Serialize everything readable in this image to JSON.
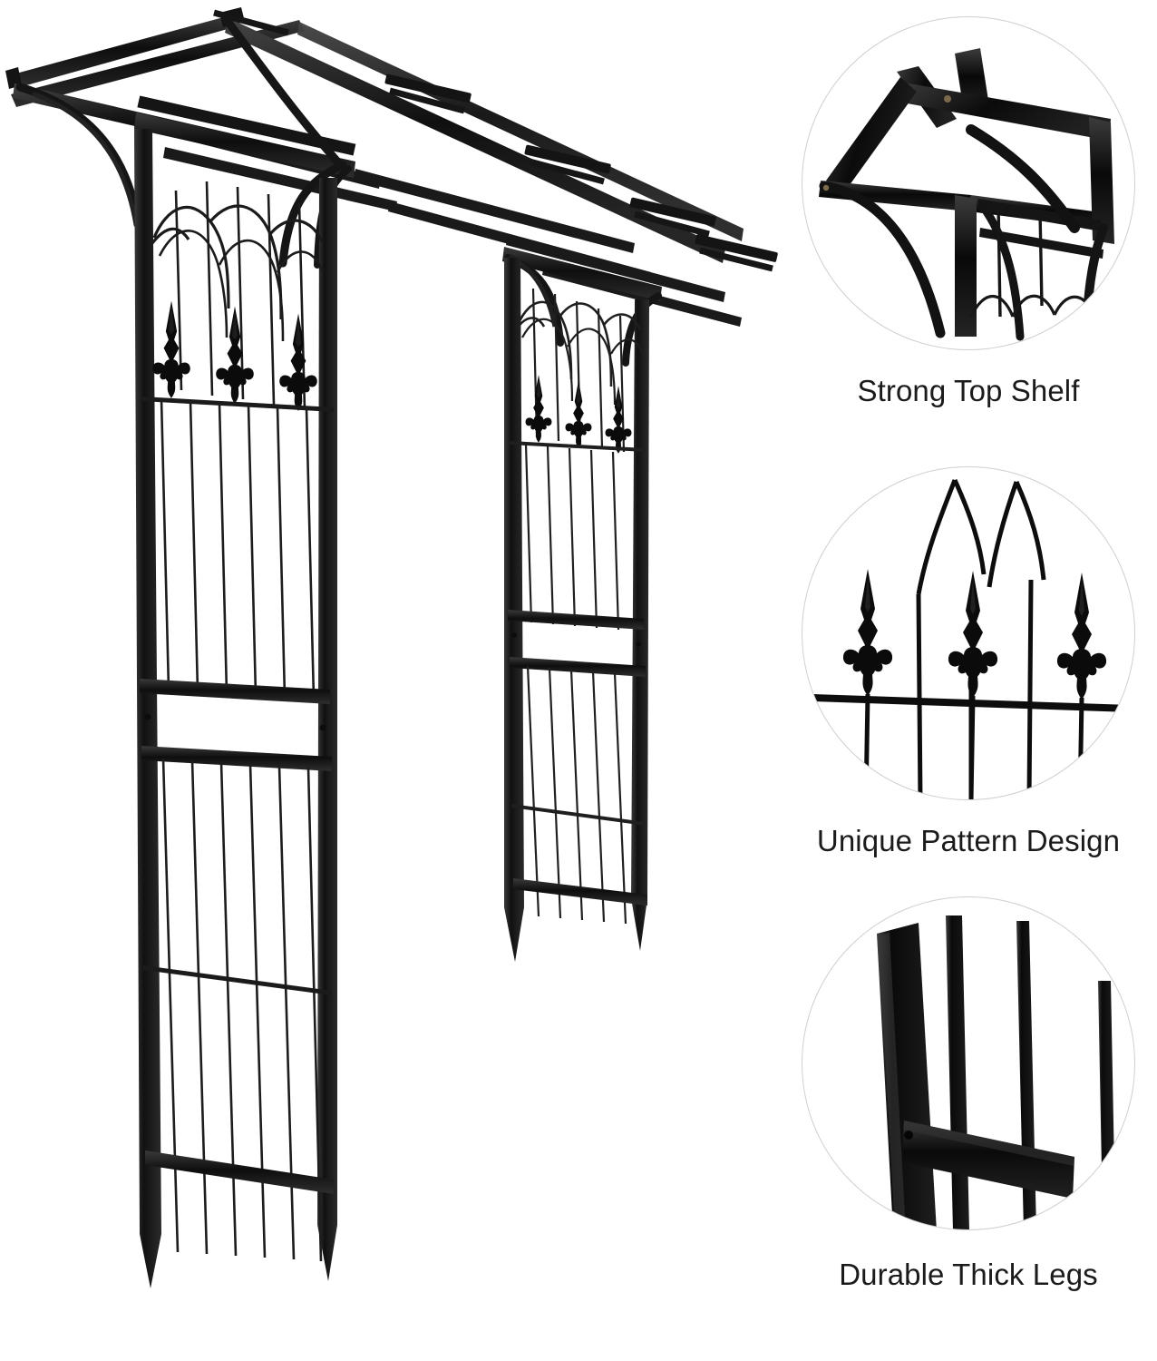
{
  "page": {
    "background_color": "#ffffff",
    "product_name": "metal garden arbor arch trellis",
    "product_color": "#0d0d0d"
  },
  "hero": {
    "name": "garden-arbor-product-photo",
    "description": "Black metal garden arbor with pergola top shelf, two trellis side panels with fleur-de-lis finials and pointed ground stakes"
  },
  "features": [
    {
      "id": "strong-top-shelf",
      "caption": "Strong Top Shelf",
      "detail": "close-up of the pergola roof corner with crossbars and curved brackets"
    },
    {
      "id": "unique-pattern-design",
      "caption": "Unique Pattern Design",
      "detail": "close-up of three fleur-de-lis finials over gothic arch wire pattern"
    },
    {
      "id": "durable-thick-legs",
      "caption": "Durable Thick Legs",
      "detail": "close-up of thick square tube legs and horizontal cross rail"
    }
  ],
  "colors": {
    "frame": "#0d0d0d",
    "wire": "#1a1a1a",
    "circle_border": "#cfcfcf",
    "caption_text": "#1b1b1b"
  }
}
